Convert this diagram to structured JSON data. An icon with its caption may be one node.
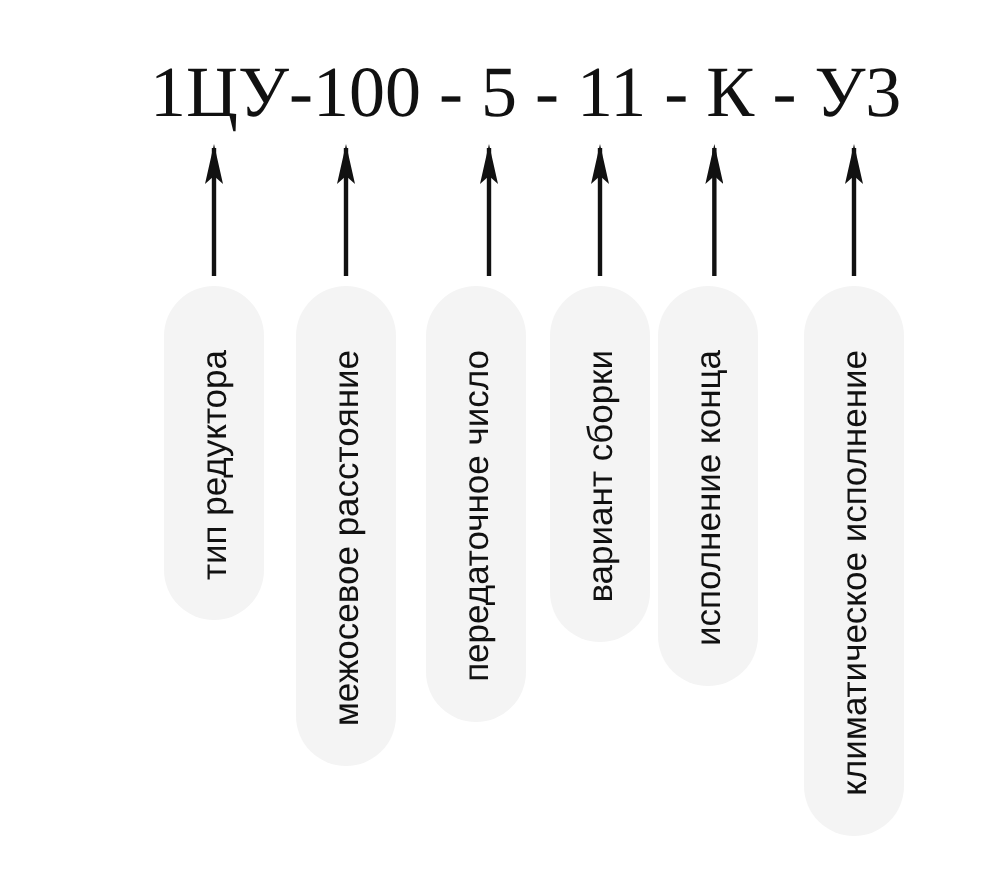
{
  "diagram": {
    "nodes": [
      {
        "text": [
          "1ЦУ"
        ]
      },
      {
        "text": [
          "100"
        ]
      },
      {
        "text": [
          "5"
        ]
      },
      {
        "text": [
          "11"
        ]
      },
      {
        "text": [
          "К"
        ]
      },
      {
        "text": [
          "У3"
        ]
      },
      {
        "text": [
          "тип редуктора"
        ]
      },
      {
        "text": [
          "межосевое расстояние"
        ]
      },
      {
        "text": [
          "передаточное число"
        ]
      },
      {
        "text": [
          "вариант сборки"
        ]
      },
      {
        "text": [
          "исполнение конца"
        ]
      },
      {
        "text": [
          "климатическое исполнение"
        ]
      }
    ],
    "edges": [
      {
        "from": 6,
        "to": 0,
        "arrow": "to"
      },
      {
        "from": 7,
        "to": 1,
        "arrow": "to"
      },
      {
        "from": 8,
        "to": 2,
        "arrow": "to"
      },
      {
        "from": 9,
        "to": 3,
        "arrow": "to"
      },
      {
        "from": 10,
        "to": 4,
        "arrow": "to"
      },
      {
        "from": 11,
        "to": 5,
        "arrow": "to"
      }
    ],
    "labels": [
      "-",
      "-",
      "-",
      "-",
      "-"
    ]
  }
}
